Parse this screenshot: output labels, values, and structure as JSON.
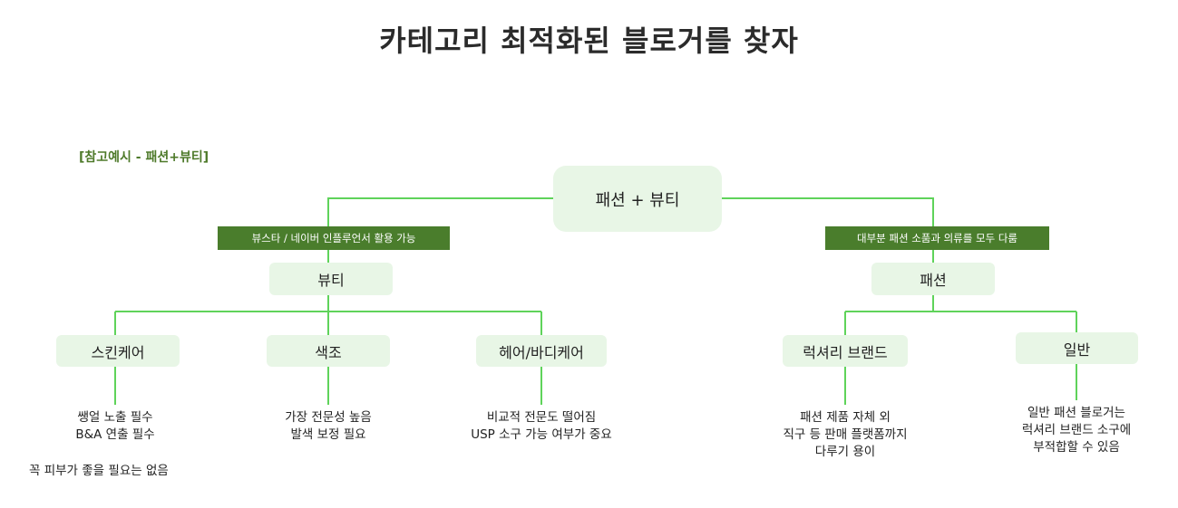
{
  "title": "카테고리 최적화된 블로거를 찾자",
  "reference_label": "[참고예시 - 패션+뷰티]",
  "colors": {
    "line": "#5fd35a",
    "node_fill": "#e8f6e6",
    "tag_fill": "#4a7d2c",
    "label_green": "#4e7a2a"
  },
  "root": {
    "label": "패션 + 뷰티"
  },
  "beauty": {
    "tag": "뷰스타 / 네이버 인플루언서 활용 가능",
    "label": "뷰티",
    "children": [
      {
        "label": "스킨케어",
        "desc": [
          "쌩얼 노출 필수",
          "B&A 연출 필수"
        ]
      },
      {
        "label": "색조",
        "desc": [
          "가장 전문성 높음",
          "발색 보정 필요"
        ]
      },
      {
        "label": "헤어/바디케어",
        "desc": [
          "비교적 전문도 떨어짐",
          "USP 소구 가능 여부가 중요"
        ]
      }
    ],
    "note": "꼭 피부가 좋을 필요는 없음"
  },
  "fashion": {
    "tag": "대부분 패션 소품과 의류를 모두 다룸",
    "label": "패션",
    "children": [
      {
        "label": "럭셔리 브랜드",
        "desc": [
          "패션 제품 자체 외",
          "직구 등 판매 플랫폼까지",
          "다루기 용이"
        ]
      },
      {
        "label": "일반",
        "desc": [
          "일반 패션 블로거는",
          "럭셔리 브랜드 소구에",
          "부적합할 수 있음"
        ]
      }
    ]
  }
}
